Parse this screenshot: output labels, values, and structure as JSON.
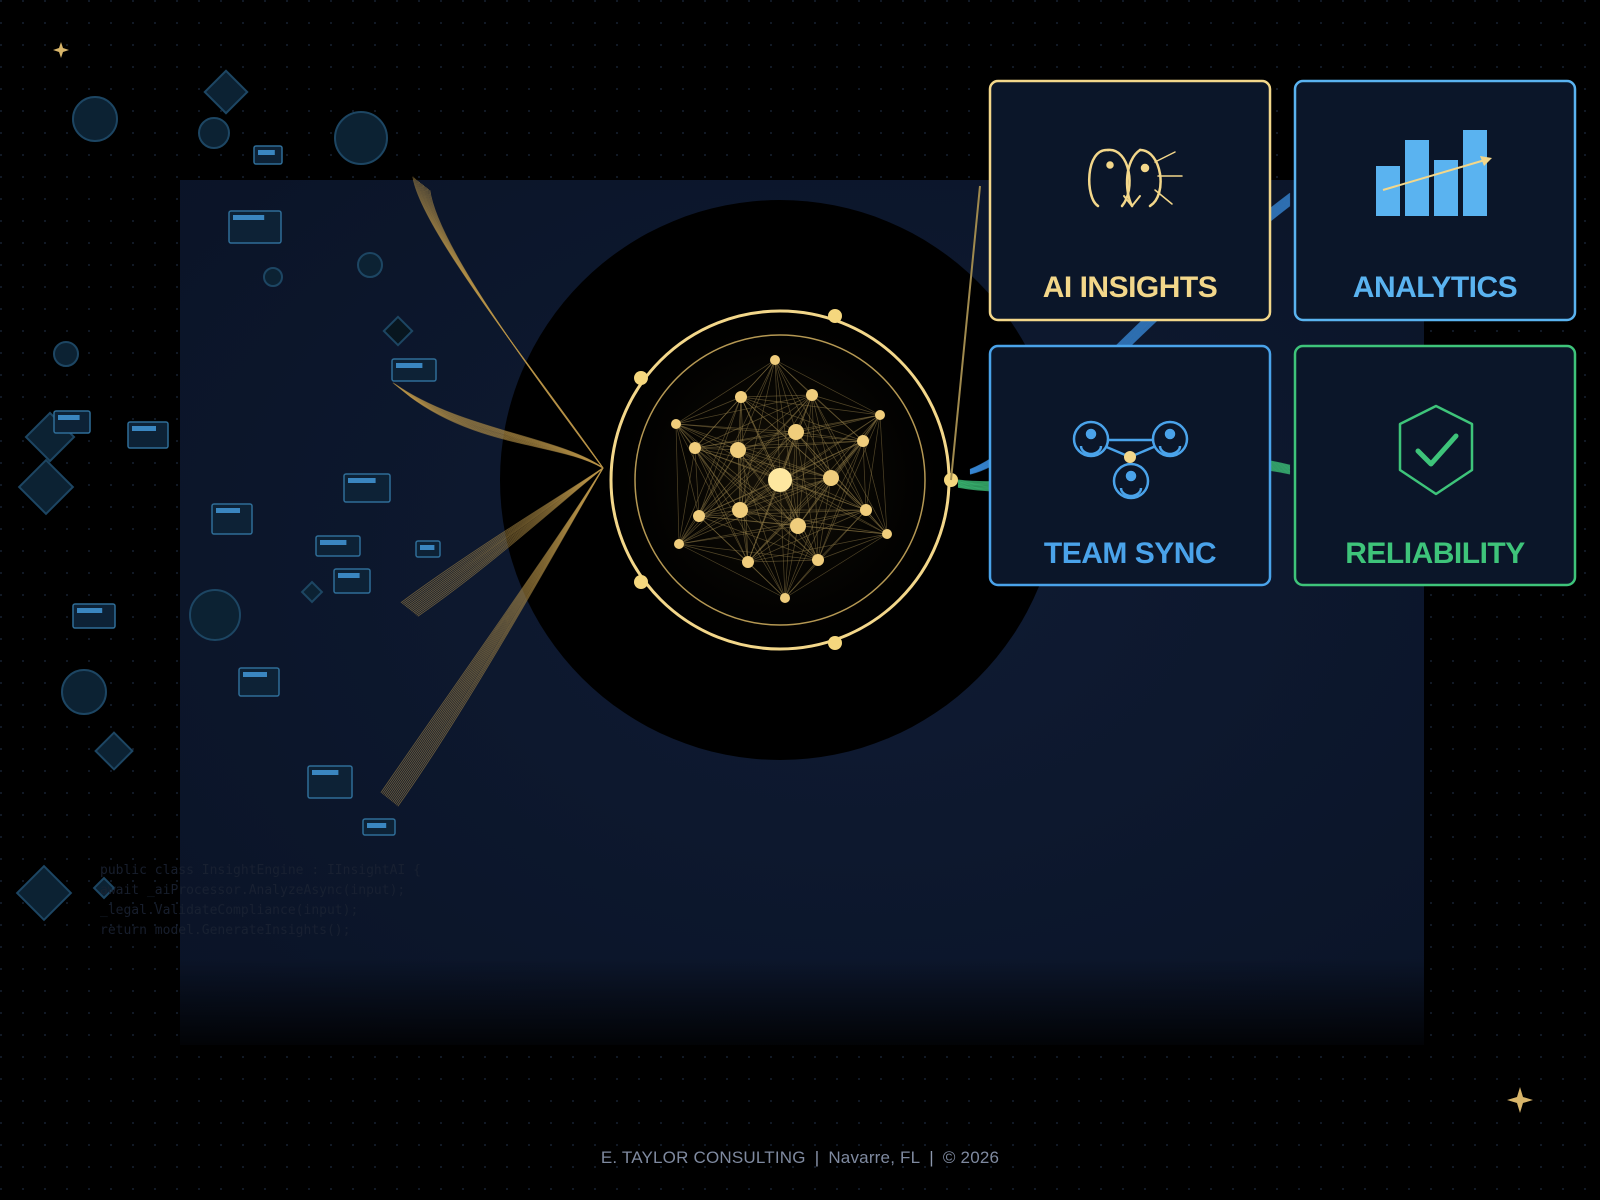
{
  "cards": [
    {
      "label": "AI INSIGHTS",
      "color": "#f3d78a",
      "icon": "ai-faces-icon"
    },
    {
      "label": "ANALYTICS",
      "color": "#5ab3f0",
      "icon": "bar-chart-icon"
    },
    {
      "label": "TEAM SYNC",
      "color": "#4aa3ea",
      "icon": "team-network-icon"
    },
    {
      "label": "RELIABILITY",
      "color": "#3ec47a",
      "icon": "shield-check-icon"
    }
  ],
  "code_snippet": [
    "public class InsightEngine : IInsightAI {",
    "  await _aiProcessor.AnalyzeAsync(input);",
    "  _legal.ValidateCompliance(input);",
    "  return model.GenerateInsights();"
  ],
  "footer": {
    "company": "E. TAYLOR CONSULTING",
    "location": "Navarre, FL",
    "copyright": "© 2026"
  },
  "colors": {
    "background": "#000000",
    "panel": "#0b1528",
    "gold": "#f3d78a",
    "blue": "#4aa3ea",
    "green": "#3ec47a"
  }
}
